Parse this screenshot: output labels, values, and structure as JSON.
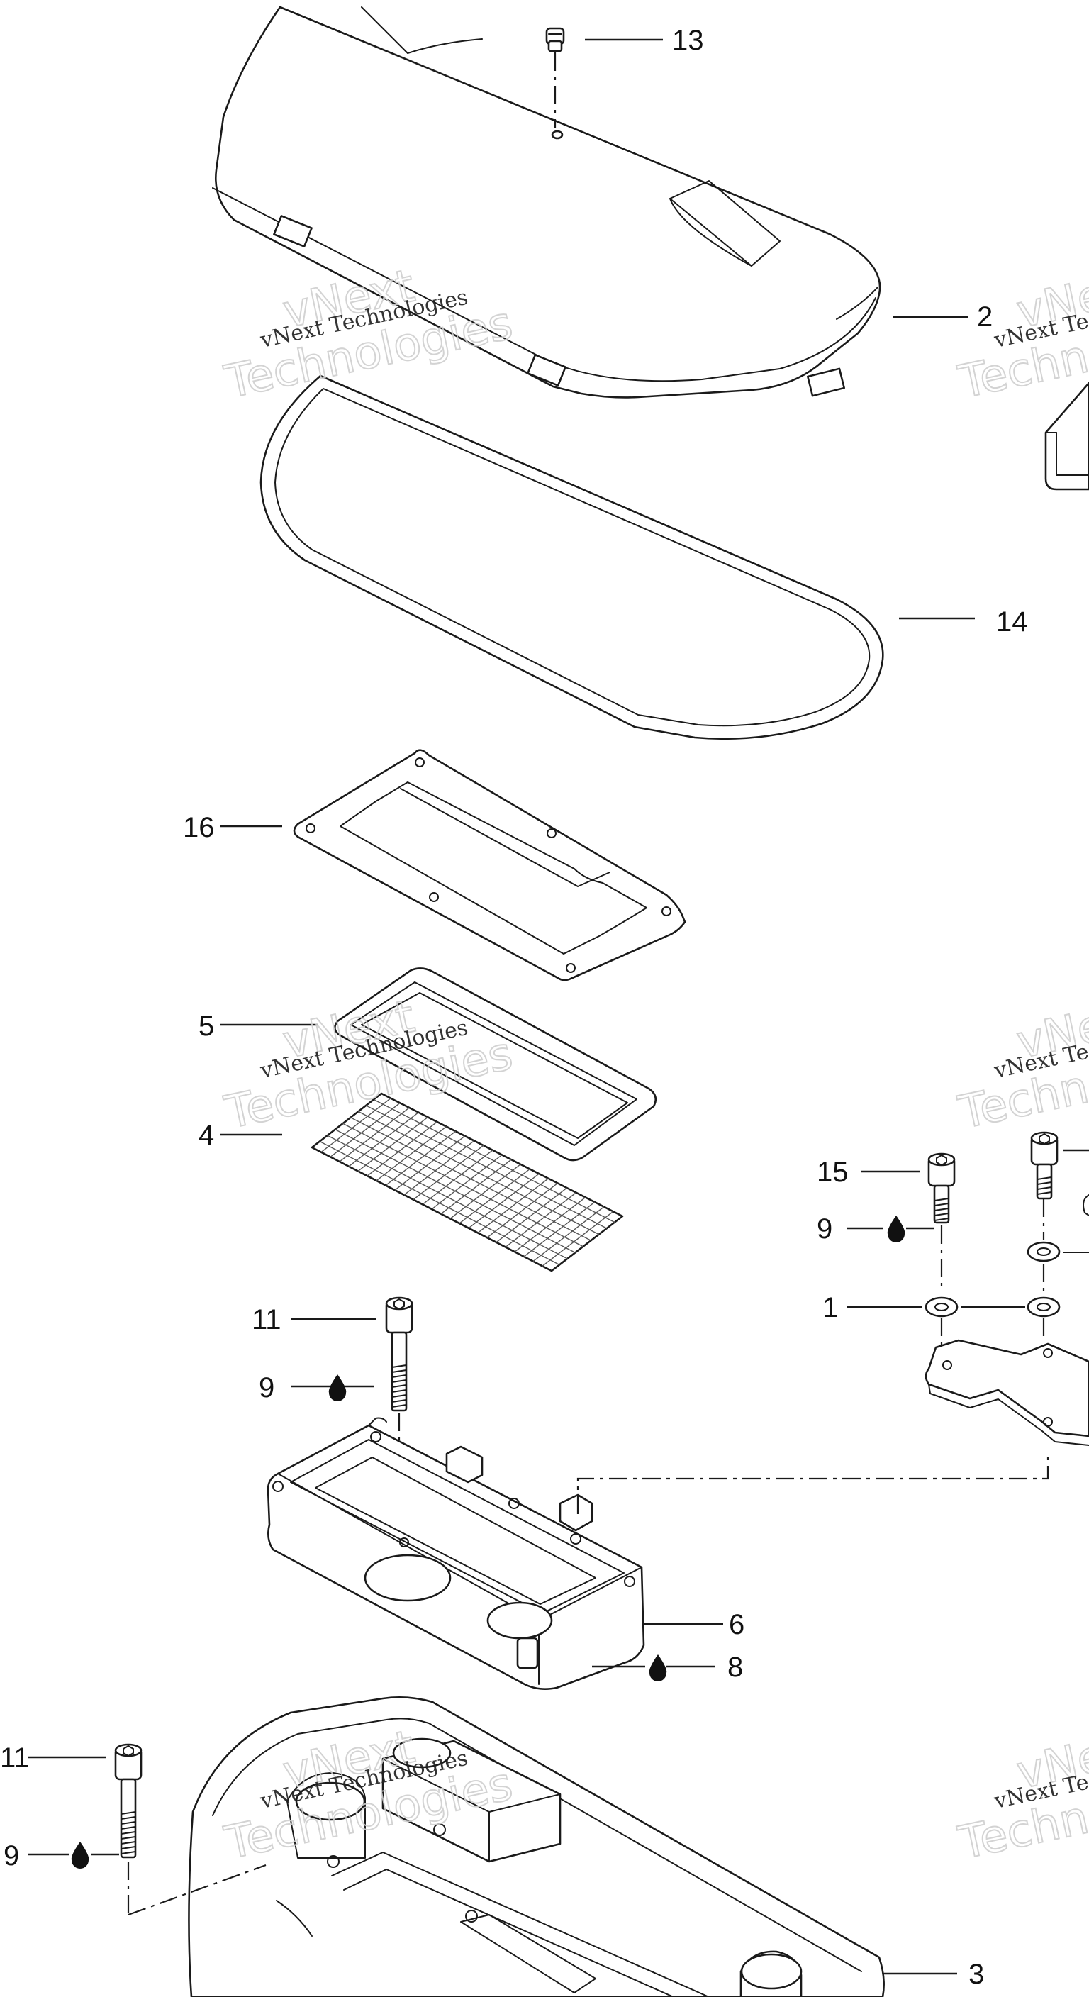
{
  "callouts": {
    "c1": "1",
    "c2": "2",
    "c3": "3",
    "c4": "4",
    "c5": "5",
    "c6": "6",
    "c8": "8",
    "c9a": "9",
    "c9b": "9",
    "c9c": "9",
    "c11a": "11",
    "c11b": "11",
    "c13": "13",
    "c14": "14",
    "c15": "15",
    "c16": "16"
  },
  "watermark": {
    "line1": "vNext Technologies",
    "line2": "vNext",
    "line3": "Technologies"
  },
  "icons": {
    "drop": "oil-drop-icon"
  }
}
